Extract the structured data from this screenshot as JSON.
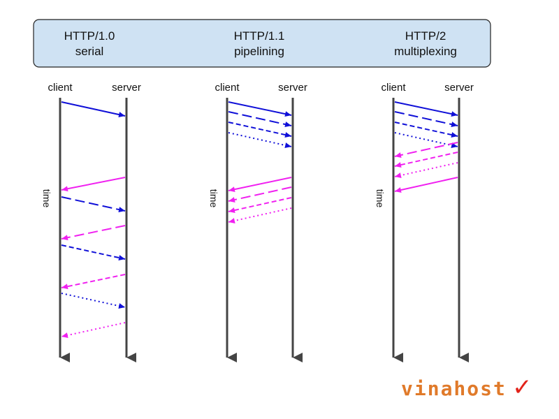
{
  "header": {
    "columns": [
      {
        "title": "HTTP/1.0",
        "subtitle": "serial"
      },
      {
        "title": "HTTP/1.1",
        "subtitle": "pipelining"
      },
      {
        "title": "HTTP/2",
        "subtitle": "multiplexing"
      }
    ]
  },
  "timelines": {
    "client_label": "client",
    "server_label": "server",
    "time_label": "time"
  },
  "logo": {
    "text": "vinahost",
    "mark": "✓"
  },
  "colors": {
    "request": "#1010d8",
    "response": "#f020f0",
    "header_fill": "#cfe2f3",
    "line": "#444444",
    "logo": "#e07a2a",
    "logo_mark": "#e2231a"
  }
}
